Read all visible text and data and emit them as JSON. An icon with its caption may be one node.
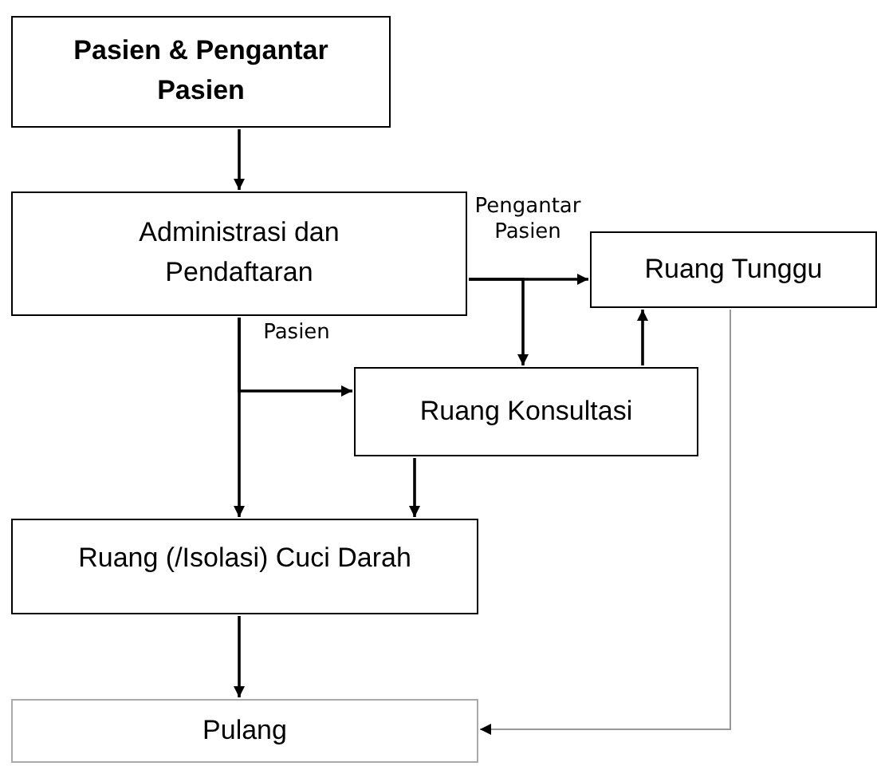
{
  "diagram": {
    "nodes": [
      {
        "text": [
          "Pasien & Pengantar Pasien"
        ]
      },
      {
        "text": [
          "Administrasi dan Pendaftaran"
        ]
      },
      {
        "text": [
          "Ruang Tunggu"
        ]
      },
      {
        "text": [
          "Ruang Konsultasi"
        ]
      },
      {
        "text": [
          "Ruang (/Isolasi) Cuci Darah"
        ]
      },
      {
        "text": [
          "Pulang"
        ]
      }
    ],
    "edges": [
      {
        "from": 0,
        "to": 1,
        "arrow": "to"
      },
      {
        "from": 1,
        "to": 2,
        "arrow": "to",
        "label": "Pengantar Pasien"
      },
      {
        "from": 1,
        "to": 3,
        "arrow": "to"
      },
      {
        "from": 1,
        "to": 4,
        "arrow": "to",
        "label": "Pasien"
      },
      {
        "from": 1,
        "to": 3,
        "arrow": "to"
      },
      {
        "from": 3,
        "to": 2,
        "arrow": "to"
      },
      {
        "from": 3,
        "to": 4,
        "arrow": "to"
      },
      {
        "from": 4,
        "to": 5,
        "arrow": "to"
      },
      {
        "from": 2,
        "to": 5,
        "arrow": "to",
        "color": "#999999"
      }
    ]
  }
}
